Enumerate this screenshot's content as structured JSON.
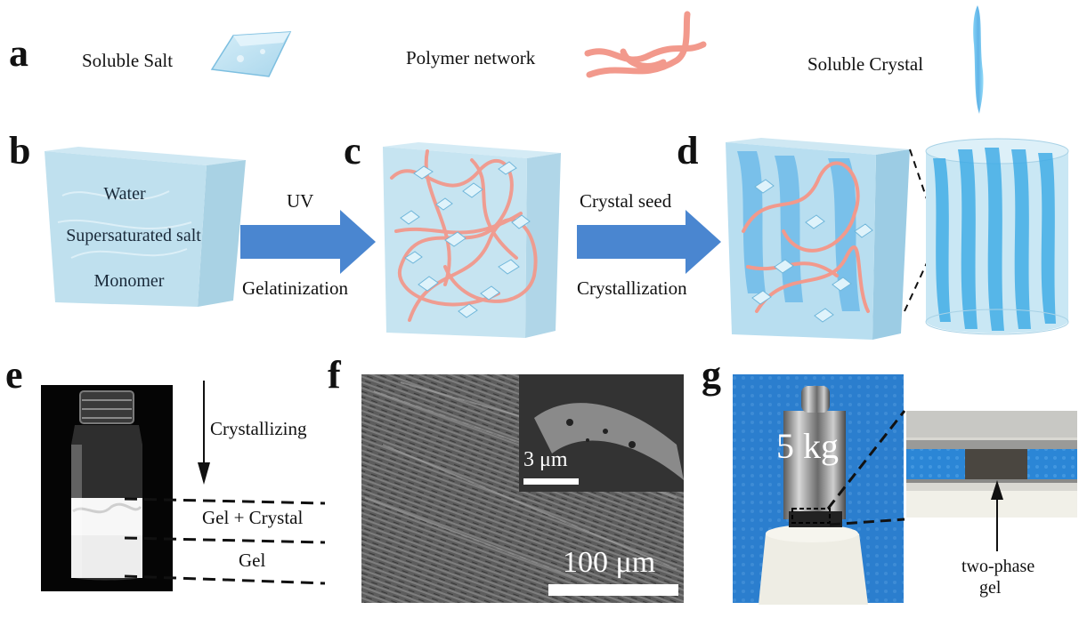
{
  "panel_labels": {
    "a": "a",
    "b": "b",
    "c": "c",
    "d": "d",
    "e": "e",
    "f": "f",
    "g": "g"
  },
  "legend": {
    "salt": "Soluble Salt",
    "polymer": "Polymer network",
    "crystal": "Soluble Crystal"
  },
  "cube_b": {
    "line1": "Water",
    "line2": "Supersaturated salt",
    "line3": "Monomer"
  },
  "arrow1": {
    "top": "UV",
    "bottom": "Gelatinization"
  },
  "arrow2": {
    "top": "Crystal seed",
    "bottom": "Crystallization"
  },
  "panel_e": {
    "arrow_label": "Crystallizing",
    "layer_top": "Gel + Crystal",
    "layer_bottom": "Gel"
  },
  "panel_f": {
    "scale_main": "100 μm",
    "scale_inset": "3 μm"
  },
  "panel_g": {
    "weight": "5 kg",
    "callout": "two-phase",
    "callout2": "gel"
  },
  "colors": {
    "ice": "#bfe3f2",
    "cube_edge": "#9fcbe0",
    "arrow": "#4a86d0",
    "polymer": "#f2998c",
    "crystal": "#3aaae6"
  }
}
